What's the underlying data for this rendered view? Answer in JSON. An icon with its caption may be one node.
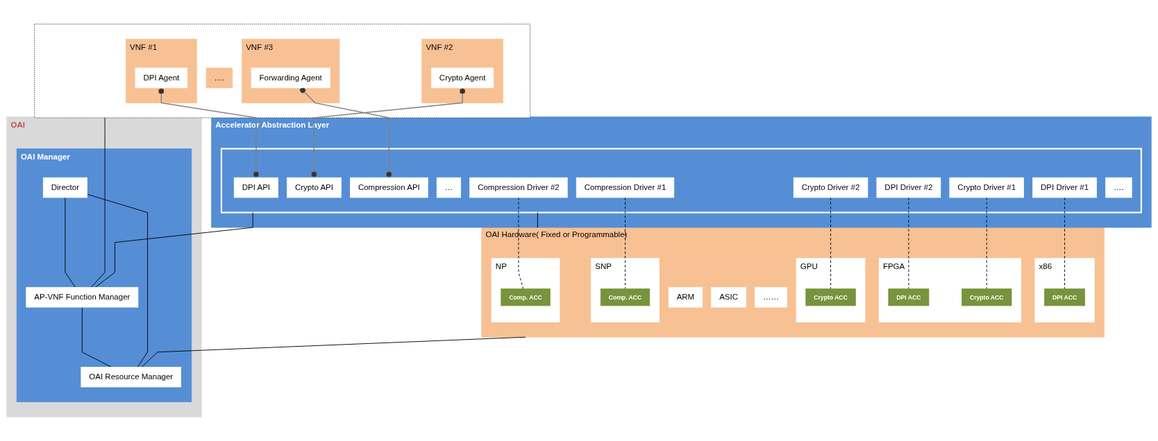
{
  "diagram": {
    "nodes": [
      {
        "text": [],
        "shape": "box"
      },
      {
        "text": [
          "VNF #1"
        ],
        "in": 0
      },
      {
        "text": [
          "DPI Agent"
        ],
        "in": 1
      },
      {
        "text": [
          "VNF #2"
        ],
        "in": 0
      },
      {
        "text": [
          "Crypto Agent"
        ],
        "in": 3
      },
      {
        "text": [
          "VNF #3"
        ],
        "in": 0
      },
      {
        "text": [
          "Forwarding Agent"
        ],
        "in": 5
      },
      {
        "text": [
          "…."
        ],
        "in": 0
      },
      {
        "text": [
          "Accelerator Abstraction Layer"
        ]
      },
      {
        "text": [],
        "shape": "box",
        "in": 8
      },
      {
        "text": [
          "DPI API"
        ],
        "in": 9
      },
      {
        "text": [
          "Crypto API"
        ],
        "in": 9
      },
      {
        "text": [
          "Compression API"
        ],
        "in": 9
      },
      {
        "text": [
          "…"
        ],
        "in": 9
      },
      {
        "text": [
          "DPI Driver #1"
        ],
        "in": 9
      },
      {
        "text": [
          "DPI Driver #2"
        ],
        "in": 9
      },
      {
        "text": [
          "Crypto Driver #1"
        ],
        "in": 9
      },
      {
        "text": [
          "Crypto Driver #2"
        ],
        "in": 9
      },
      {
        "text": [
          "Compression Driver #1"
        ],
        "in": 9
      },
      {
        "text": [
          "Compression Driver #2"
        ],
        "in": 9
      },
      {
        "text": [
          "…."
        ],
        "in": 9
      },
      {
        "text": [
          "OAI Hardware( Fixed or Programmable)"
        ]
      },
      {
        "text": [
          "x86"
        ],
        "in": 21
      },
      {
        "text": [
          "DPI ACC"
        ],
        "in": 22
      },
      {
        "text": [
          "ARM"
        ],
        "in": 21
      },
      {
        "text": [
          "FPGA"
        ],
        "in": 21
      },
      {
        "text": [
          "DPI ACC"
        ],
        "in": 25
      },
      {
        "text": [
          "Crypto ACC"
        ],
        "in": 25
      },
      {
        "text": [
          "GPU"
        ],
        "in": 21
      },
      {
        "text": [
          "Crypto ACC"
        ],
        "in": 28
      },
      {
        "text": [
          "SNP"
        ],
        "in": 21
      },
      {
        "text": [
          "Comp. ACC"
        ],
        "in": 30
      },
      {
        "text": [
          "NP"
        ],
        "in": 21
      },
      {
        "text": [
          "Comp. ACC"
        ],
        "in": 32
      },
      {
        "text": [
          "ASIC"
        ],
        "in": 21
      },
      {
        "text": [
          "……"
        ],
        "in": 21
      },
      {
        "text": [
          "OAI"
        ]
      },
      {
        "text": [
          "OAI Manager"
        ],
        "in": 36
      },
      {
        "text": [
          "Director"
        ],
        "in": 37
      },
      {
        "text": [
          "AP-VNF Function Manager"
        ],
        "in": 37
      },
      {
        "text": [
          "OAI Resource Manager"
        ],
        "in": 37
      }
    ],
    "edges": [
      {
        "from": 2,
        "to": 10,
        "arrow": "other",
        "color": "#808080"
      },
      {
        "from": 4,
        "to": 11,
        "arrow": "other",
        "color": "#808080"
      },
      {
        "from": 6,
        "to": 12,
        "arrow": "other",
        "color": "#808080"
      },
      {
        "from": 14,
        "to": 23,
        "arrow": "none",
        "style": "dashed"
      },
      {
        "from": 15,
        "to": 26,
        "arrow": "none",
        "style": "dashed"
      },
      {
        "from": 16,
        "to": 27,
        "arrow": "none",
        "style": "dashed"
      },
      {
        "from": 17,
        "to": 29,
        "arrow": "none",
        "style": "dashed"
      },
      {
        "from": 18,
        "to": 31,
        "arrow": "none",
        "style": "dashed"
      },
      {
        "from": 19,
        "to": 33,
        "arrow": "none",
        "style": "dashed"
      },
      {
        "from": 0,
        "to": 39,
        "arrow": "none"
      },
      {
        "from": 9,
        "to": 39,
        "arrow": "none"
      },
      {
        "from": 9,
        "to": 21,
        "arrow": "none"
      },
      {
        "from": 21,
        "to": 40,
        "arrow": "none"
      },
      {
        "from": 38,
        "to": 39,
        "arrow": "none"
      },
      {
        "from": 39,
        "to": 40,
        "arrow": "none"
      },
      {
        "from": 38,
        "to": 40,
        "arrow": "none"
      }
    ]
  }
}
